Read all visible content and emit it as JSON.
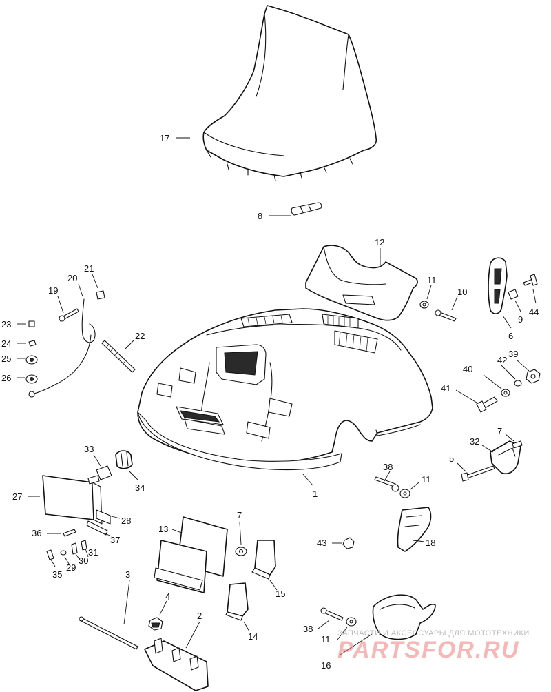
{
  "watermark": {
    "tagline": "ЗАПЧАСТИ И АКСЕССУАРЫ ДЛЯ МОТОТЕХНИКИ",
    "brand": "PARTSFOR.RU"
  },
  "callouts": {
    "c1": "1",
    "c2": "2",
    "c3": "3",
    "c4": "4",
    "c5": "5",
    "c6": "6",
    "c7a": "7",
    "c7b": "7",
    "c8": "8",
    "c9": "9",
    "c10": "10",
    "c11a": "11",
    "c11b": "11",
    "c11c": "11",
    "c12": "12",
    "c13": "13",
    "c14": "14",
    "c15": "15",
    "c16": "16",
    "c17": "17",
    "c18": "18",
    "c19": "19",
    "c20": "20",
    "c21": "21",
    "c22": "22",
    "c23": "23",
    "c24": "24",
    "c25": "25",
    "c26": "26",
    "c27": "27",
    "c28": "28",
    "c29": "29",
    "c30": "30",
    "c31": "31",
    "c32": "32",
    "c33": "33",
    "c34": "34",
    "c35": "35",
    "c36": "36",
    "c37": "37",
    "c38a": "38",
    "c38b": "38",
    "c39": "39",
    "c40": "40",
    "c41": "41",
    "c42": "42",
    "c43": "43",
    "c44": "44"
  }
}
